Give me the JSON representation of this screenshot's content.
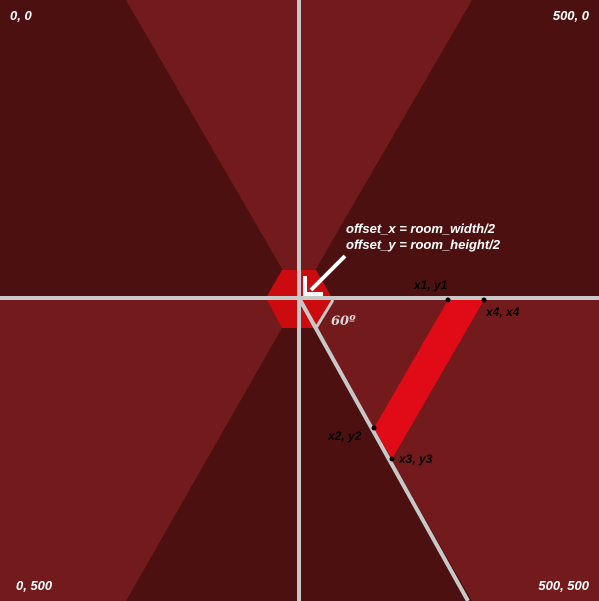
{
  "corners": {
    "top_left": "0, 0",
    "top_right": "500, 0",
    "bottom_left": "0, 500",
    "bottom_right": "500, 500"
  },
  "annotation": {
    "line1": "offset_x = room_width/2",
    "line2": "offset_y = room_height/2"
  },
  "angle_label": "60º",
  "points": {
    "p1": "x1, y1",
    "p2": "x2, y2",
    "p3": "x3, y3",
    "p4": "x4, x4"
  },
  "colors": {
    "background_dark": "#4d1011",
    "sector_light": "#731a1c",
    "hexagon": "#cc0b0e",
    "segment": "#e00b16",
    "axis_line": "#c8c8c8"
  }
}
